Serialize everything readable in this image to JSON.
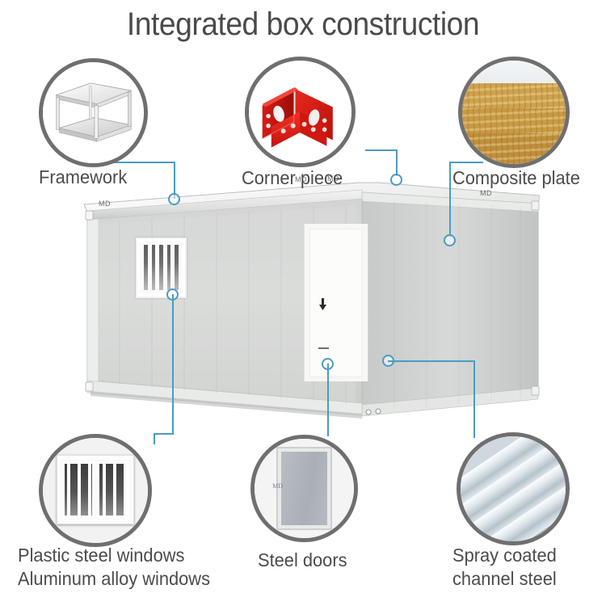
{
  "page": {
    "title": "Integrated box construction",
    "accent_color": "#4b9bc4",
    "circle_border_color": "#6f6f6f",
    "text_color": "#4b4b4b",
    "background_color": "#ffffff"
  },
  "callouts": [
    {
      "id": "framework",
      "label": "Framework",
      "icon": "steel-frame-icon",
      "position": "top-left"
    },
    {
      "id": "corner-piece",
      "label": "Corner piece",
      "icon": "red-corner-casting-icon",
      "position": "top-center"
    },
    {
      "id": "composite-plate",
      "label": "Composite plate",
      "icon": "rockwool-sandwich-panel-icon",
      "position": "top-right"
    },
    {
      "id": "plastic-steel-windows",
      "label": "Plastic steel windows\nAluminum alloy windows",
      "label_line1": "Plastic steel windows",
      "label_line2": "Aluminum alloy windows",
      "icon": "sliding-window-icon",
      "position": "bottom-left"
    },
    {
      "id": "steel-doors",
      "label": "Steel doors",
      "icon": "steel-door-icon",
      "position": "bottom-center"
    },
    {
      "id": "spray-coated-channel-steel",
      "label": "Spray coated\nchannel steel",
      "label_line1": "Spray coated",
      "label_line2": "channel steel",
      "icon": "channel-steel-icon",
      "position": "bottom-right"
    }
  ],
  "product": {
    "name": "prefab-container-house",
    "brand_marks": [
      "MD",
      "MD",
      "MD",
      "MD",
      "MD"
    ],
    "features": [
      "window",
      "door",
      "top-rail",
      "side-panel",
      "base-rail"
    ]
  }
}
